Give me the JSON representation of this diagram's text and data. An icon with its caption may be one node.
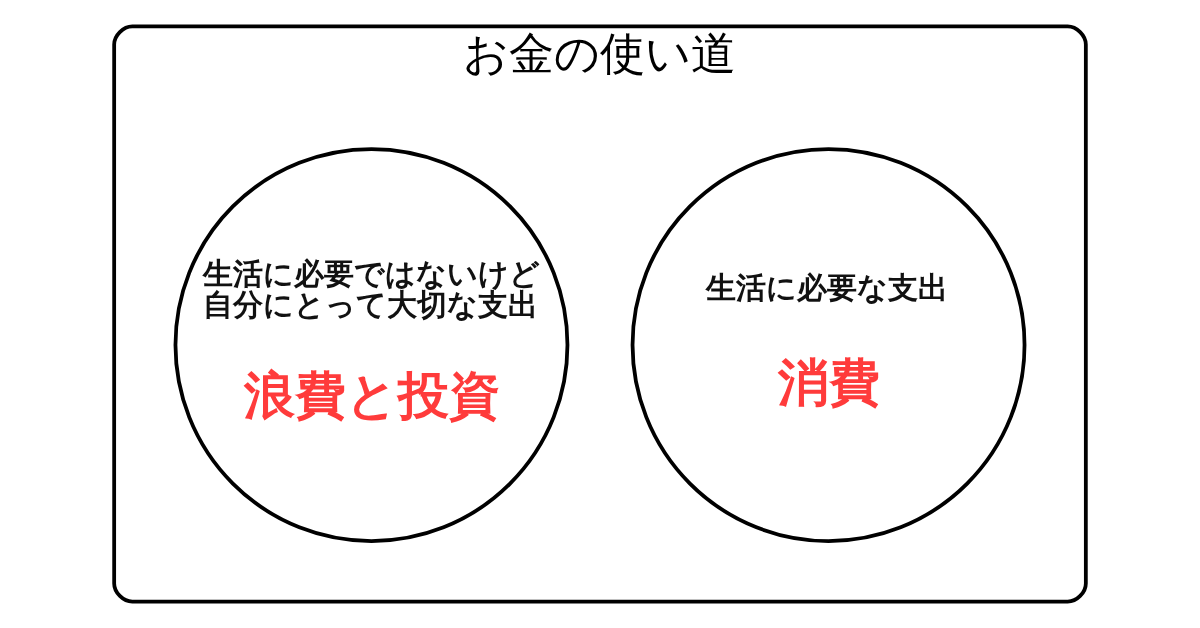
{
  "diagram": {
    "nodes": [
      {
        "text": [
          "お金の使い道"
        ]
      },
      {
        "text": [
          "生活に必要な支出",
          "消費"
        ],
        "in": 0
      },
      {
        "text": [
          "生活に必要ではないけど自分にとって大切な支出",
          "浪費と投資"
        ],
        "in": 0
      }
    ]
  }
}
